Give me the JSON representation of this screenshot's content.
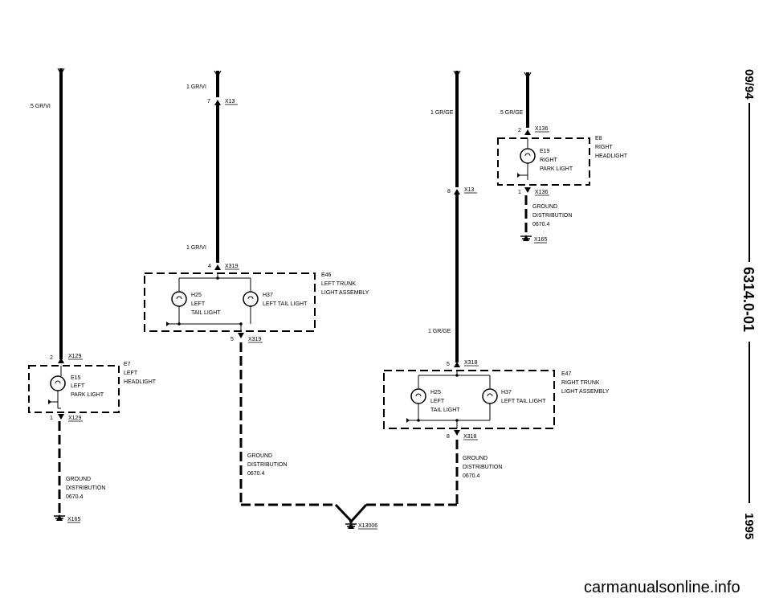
{
  "wires": {
    "w1": ".5 GR/VI",
    "w2a": "1 GR/VI",
    "w2b": "1 GR/VI",
    "w3a": "1 GR/GE",
    "w3b": "1 GR/GE",
    "w4": ".5 GR/GE"
  },
  "connectors": {
    "x13_left": "X13",
    "x13_left_pin": "7",
    "x13_right": "X13",
    "x13_right_pin": "8",
    "x319_top": "X319",
    "x319_top_pin": "4",
    "x319_bot": "X319",
    "x319_bot_pin": "5",
    "x318_top": "X318",
    "x318_top_pin": "5",
    "x318_bot": "X318",
    "x318_bot_pin": "8",
    "x129_top": "X129",
    "x129_top_pin": "2",
    "x129_bot": "X129",
    "x129_bot_pin": "1",
    "x136_top": "X136",
    "x136_top_pin": "2",
    "x136_bot": "X136",
    "x136_bot_pin": "1"
  },
  "components": {
    "e7": {
      "id": "E7",
      "line1": "LEFT",
      "line2": "HEADLIGHT",
      "lamp_id": "E15",
      "lamp_l1": "LEFT",
      "lamp_l2": "PARK LIGHT"
    },
    "e8": {
      "id": "E8",
      "line1": "RIGHT",
      "line2": "HEADLIGHT",
      "lamp_id": "E19",
      "lamp_l1": "RIGHT",
      "lamp_l2": "PARK LIGHT"
    },
    "e46": {
      "id": "E46",
      "line1": "LEFT TRUNK",
      "line2": "LIGHT ASSEMBLY",
      "lamp_a_id": "H25",
      "lamp_a_l1": "LEFT",
      "lamp_a_l2": "TAIL LIGHT",
      "lamp_b_id": "H37",
      "lamp_b_l1": "LEFT TAIL LIGHT"
    },
    "e47": {
      "id": "E47",
      "line1": "RIGHT TRUNK",
      "line2": "LIGHT ASSEMBLY",
      "lamp_a_id": "H25",
      "lamp_a_l1": "LEFT",
      "lamp_a_l2": "TAIL LIGHT",
      "lamp_b_id": "H37",
      "lamp_b_l1": "LEFT TAIL LIGHT"
    }
  },
  "grounds": {
    "g_left": {
      "l1": "GROUND",
      "l2": "DISTRIBUTION",
      "l3": "0670.4",
      "id": "X165"
    },
    "g_right": {
      "l1": "GROUND",
      "l2": "DISTRIBUTION",
      "l3": "0670.4",
      "id": "X165"
    },
    "g_mid1": {
      "l1": "GROUND",
      "l2": "DISTRIBUTION",
      "l3": "0670.4"
    },
    "g_mid2": {
      "l1": "GROUND",
      "l2": "DISTRIBUTION",
      "l3": "0670.4"
    },
    "g_joint": {
      "id": "X13006"
    }
  },
  "sidebar": {
    "date": "09/94",
    "doc": "6314.0-01",
    "year": "1995"
  },
  "watermark": "carmanualsonline.info"
}
